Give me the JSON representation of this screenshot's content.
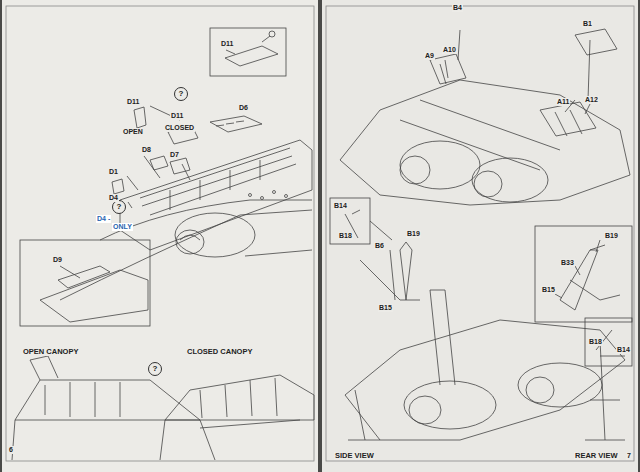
{
  "diagram": {
    "nodes": [
      {
        "text": [
          "?"
        ]
      },
      {
        "text": [
          "?"
        ]
      },
      {
        "text": [
          "?"
        ]
      }
    ],
    "labels": [
      "D11",
      "D11",
      "OPEN",
      "D11",
      "CLOSED",
      "D6",
      "D8",
      "D7",
      "D1",
      "D4",
      "D4 -",
      "ONLY",
      "D9",
      "OPEN CANOPY",
      "CLOSED CANOPY",
      "6",
      "B4",
      "A9",
      "A10",
      "B1",
      "A11",
      "A12",
      "B14",
      "B18",
      "B6",
      "B19",
      "B15",
      "B19",
      "B33",
      "B15",
      "B18",
      "B14",
      "SIDE VIEW",
      "REAR VIEW",
      "7"
    ]
  }
}
